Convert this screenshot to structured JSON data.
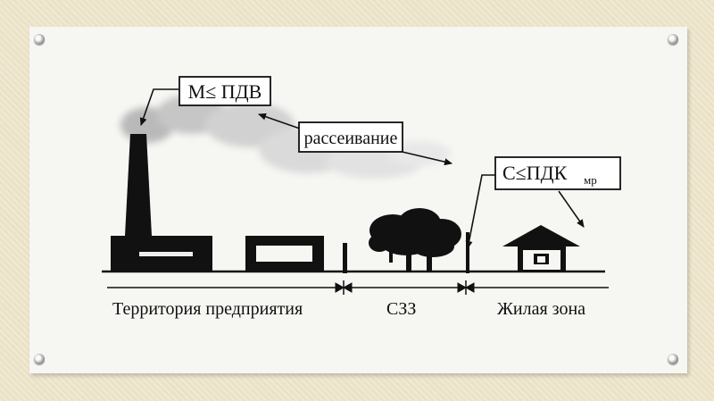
{
  "labels": {
    "emission_limit": "М≤ ПДВ",
    "dispersion": "рассеивание",
    "concentration_main": "С≤ПДК",
    "concentration_sub": "мр"
  },
  "zones": {
    "enterprise": "Территория предприятия",
    "sanitary": "СЗЗ",
    "residential": "Жилая зона"
  }
}
